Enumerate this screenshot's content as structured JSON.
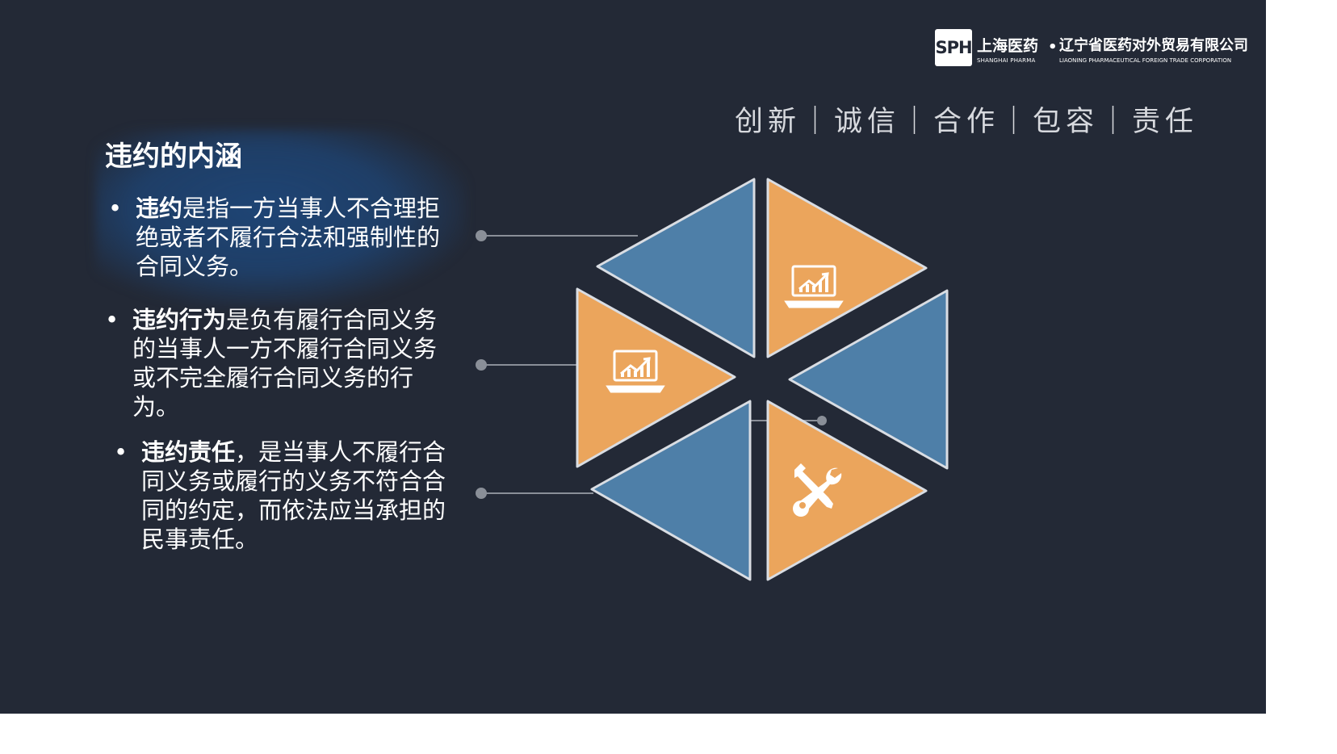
{
  "logo": {
    "mark": "SPH",
    "company_cn": "上海医药",
    "company_en": "SHANGHAI PHARMA",
    "separator": "•",
    "subsidiary_cn": "辽宁省医药对外贸易有限公司",
    "subsidiary_en": "LIAONING PHARMACEUTICAL FOREIGN TRADE CORPORATION"
  },
  "values_line": "创新｜诚信｜合作｜包容｜责任",
  "title": "违约的内涵",
  "bullets": [
    {
      "marker": "•",
      "term": "违约",
      "text": "是指一方当事人不合理拒绝或者不履行合法和强制性的合同义务。"
    },
    {
      "marker": "•",
      "term": "违约行为",
      "text": "是负有履行合同义务的当事人一方不履行合同义务或不完全履行合同义务的行为。"
    },
    {
      "marker": "•",
      "term": "违约责任",
      "text": "，是当事人不履行合同义务或履行的义务不符合合同的约定，而依法应当承担的民事责任。"
    }
  ],
  "colors": {
    "background": "#232936",
    "blue_segment": "#4e7fa8",
    "orange_segment": "#eba55c",
    "segment_border": "#d9dde3",
    "connector": "#8a8f98"
  },
  "icons": [
    "laptop-chart-icon",
    "laptop-chart-icon",
    "tools-icon"
  ]
}
